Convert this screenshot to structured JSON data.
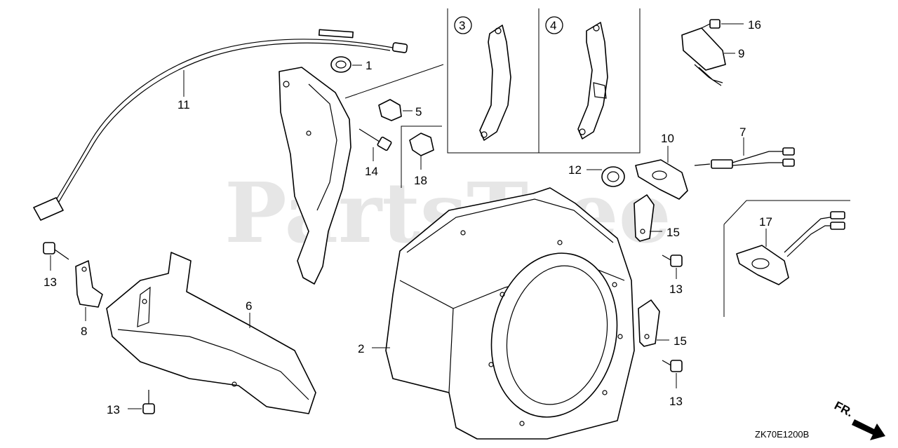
{
  "watermark": "PartsTree",
  "diagram_code": "ZK70E1200B",
  "front_indicator": "FR.",
  "callout_labels": {
    "p1": "1",
    "p2": "2",
    "p3": "3",
    "p4": "4",
    "p5": "5",
    "p6": "6",
    "p7": "7",
    "p8": "8",
    "p9": "9",
    "p10": "10",
    "p11": "11",
    "p12": "12",
    "p13": "13",
    "p14": "14",
    "p15": "15",
    "p16": "16",
    "p17": "17",
    "p18": "18"
  }
}
